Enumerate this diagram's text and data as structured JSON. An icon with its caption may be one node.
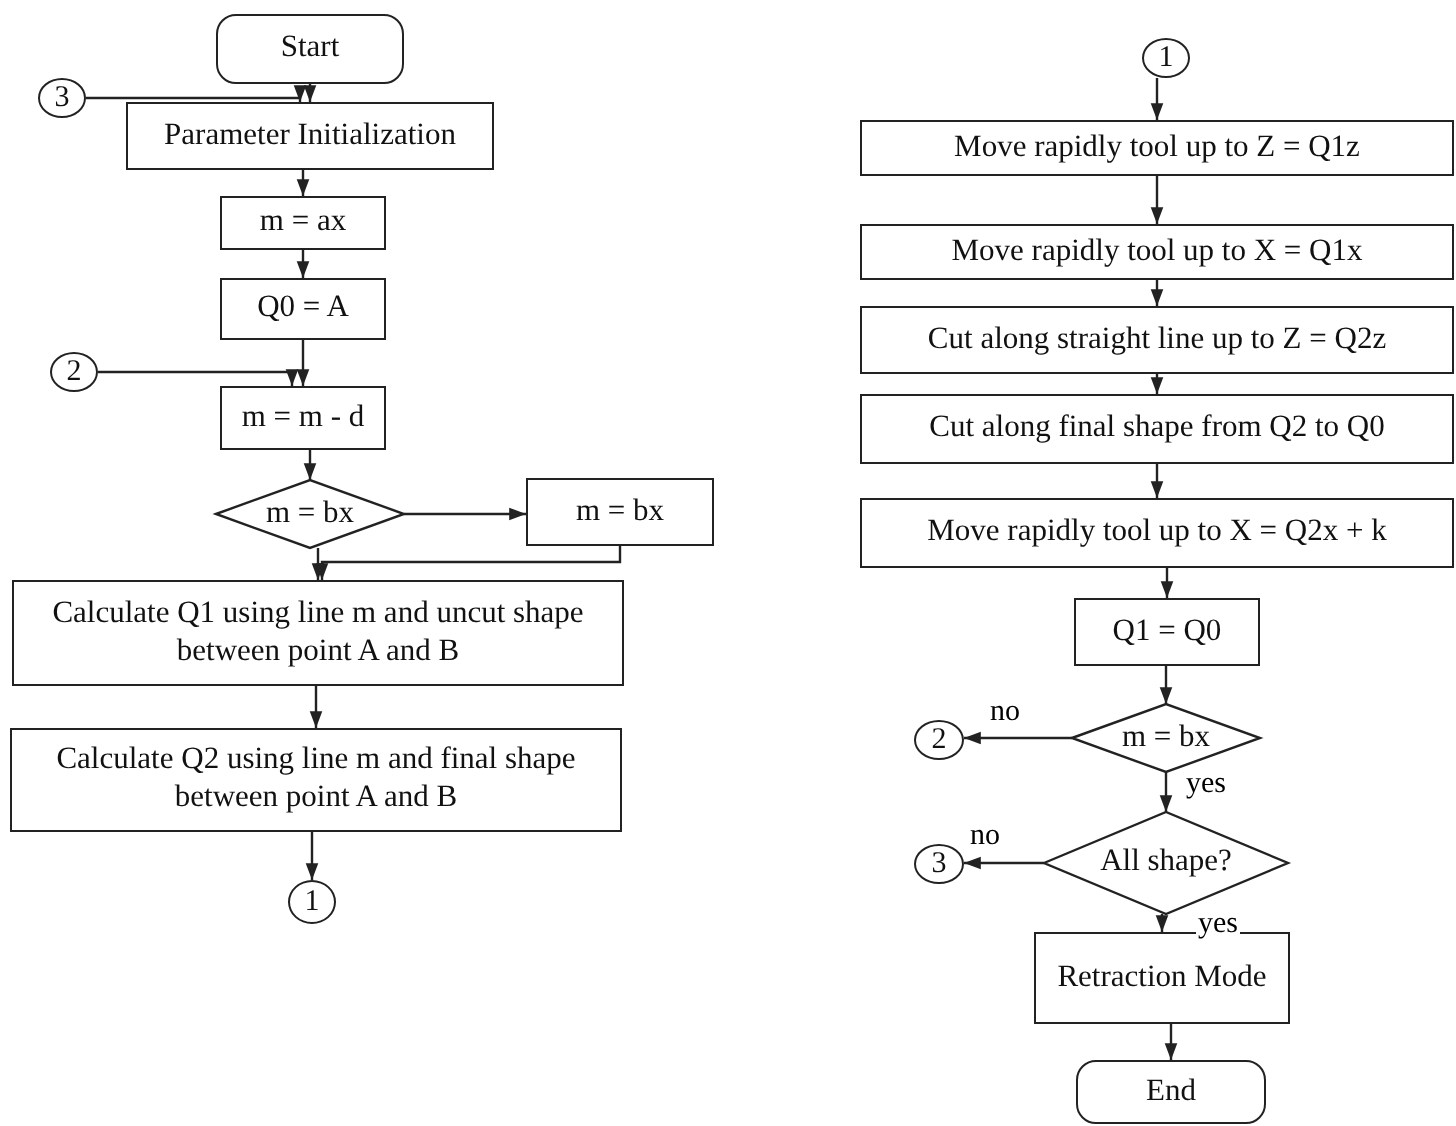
{
  "diagram": {
    "nodes": [
      {
        "text": [
          "Start"
        ]
      },
      {
        "text": [
          "3"
        ]
      },
      {
        "text": [
          "Parameter Initialization"
        ]
      },
      {
        "text": [
          "m = ax"
        ]
      },
      {
        "text": [
          "Q0 = A"
        ]
      },
      {
        "text": [
          "2"
        ]
      },
      {
        "text": [
          "m = m - d"
        ]
      },
      {
        "text": [
          "m = bx"
        ]
      },
      {
        "text": [
          "m = bx"
        ]
      },
      {
        "text": [
          "Calculate Q1 using line m and uncut shape between point A and B"
        ]
      },
      {
        "text": [
          "Calculate Q2 using line m and final shape between point A and B"
        ]
      },
      {
        "text": [
          "1"
        ]
      },
      {
        "text": [
          "1"
        ]
      },
      {
        "text": [
          "Move rapidly tool up to Z = Q1z"
        ]
      },
      {
        "text": [
          "Move rapidly tool up to X = Q1x"
        ]
      },
      {
        "text": [
          "Cut along straight line up to Z = Q2z"
        ]
      },
      {
        "text": [
          "Cut along final shape from Q2 to Q0"
        ]
      },
      {
        "text": [
          "Move rapidly tool up to X = Q2x + k"
        ]
      },
      {
        "text": [
          "Q1 = Q0"
        ]
      },
      {
        "text": [
          "2"
        ]
      },
      {
        "text": [
          "m = bx"
        ]
      },
      {
        "text": [
          "3"
        ]
      },
      {
        "text": [
          "All shape?"
        ]
      },
      {
        "text": [
          "Retraction Mode"
        ]
      },
      {
        "text": [
          "End"
        ]
      }
    ],
    "edges": [
      {
        "from": 0,
        "to": 2,
        "arrow": "to"
      },
      {
        "from": 1,
        "to": 2,
        "arrow": "to"
      },
      {
        "from": 2,
        "to": 3,
        "arrow": "to"
      },
      {
        "from": 3,
        "to": 4,
        "arrow": "to"
      },
      {
        "from": 4,
        "to": 6,
        "arrow": "to"
      },
      {
        "from": 5,
        "to": 6,
        "arrow": "to"
      },
      {
        "from": 6,
        "to": 7,
        "arrow": "to"
      },
      {
        "from": 7,
        "to": 8,
        "arrow": "to"
      },
      {
        "from": 8,
        "to": 9,
        "arrow": "to"
      },
      {
        "from": 7,
        "to": 9,
        "arrow": "to"
      },
      {
        "from": 9,
        "to": 10,
        "arrow": "to"
      },
      {
        "from": 10,
        "to": 11,
        "arrow": "to"
      },
      {
        "from": 12,
        "to": 13,
        "arrow": "to"
      },
      {
        "from": 13,
        "to": 14,
        "arrow": "to"
      },
      {
        "from": 14,
        "to": 15,
        "arrow": "to"
      },
      {
        "from": 15,
        "to": 16,
        "arrow": "to"
      },
      {
        "from": 16,
        "to": 17,
        "arrow": "to"
      },
      {
        "from": 17,
        "to": 18,
        "arrow": "to"
      },
      {
        "from": 18,
        "to": 20,
        "arrow": "to"
      },
      {
        "from": 20,
        "to": 19,
        "arrow": "to",
        "label": "no"
      },
      {
        "from": 20,
        "to": 22,
        "arrow": "to",
        "label": "yes"
      },
      {
        "from": 22,
        "to": 21,
        "arrow": "to",
        "label": "no"
      },
      {
        "from": 22,
        "to": 23,
        "arrow": "to",
        "label": "yes"
      },
      {
        "from": 23,
        "to": 24,
        "arrow": "to"
      }
    ]
  }
}
